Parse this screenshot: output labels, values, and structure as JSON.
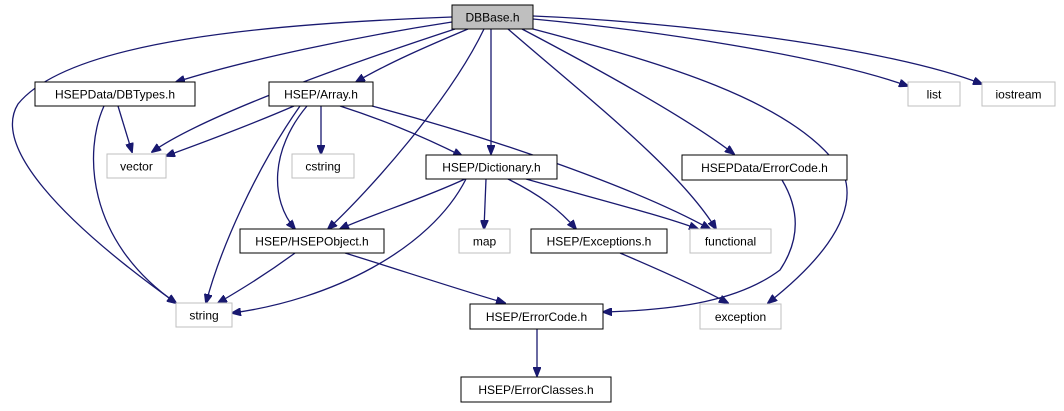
{
  "nodes": {
    "dbbase": "DBBase.h",
    "dbtypes": "HSEPData/DBTypes.h",
    "array": "HSEP/Array.h",
    "list": "list",
    "iostream": "iostream",
    "vector": "vector",
    "cstring": "cstring",
    "dictionary": "HSEP/Dictionary.h",
    "errorcode_data": "HSEPData/ErrorCode.h",
    "hsepobject": "HSEP/HSEPObject.h",
    "map": "map",
    "exceptions": "HSEP/Exceptions.h",
    "functional": "functional",
    "string": "string",
    "errorcode": "HSEP/ErrorCode.h",
    "exception": "exception",
    "errorclasses": "HSEP/ErrorClasses.h"
  },
  "colors": {
    "edge": "#191970",
    "focus_fill": "#bfbfbf",
    "project_border": "#000000",
    "system_border": "#bfbfbf"
  }
}
